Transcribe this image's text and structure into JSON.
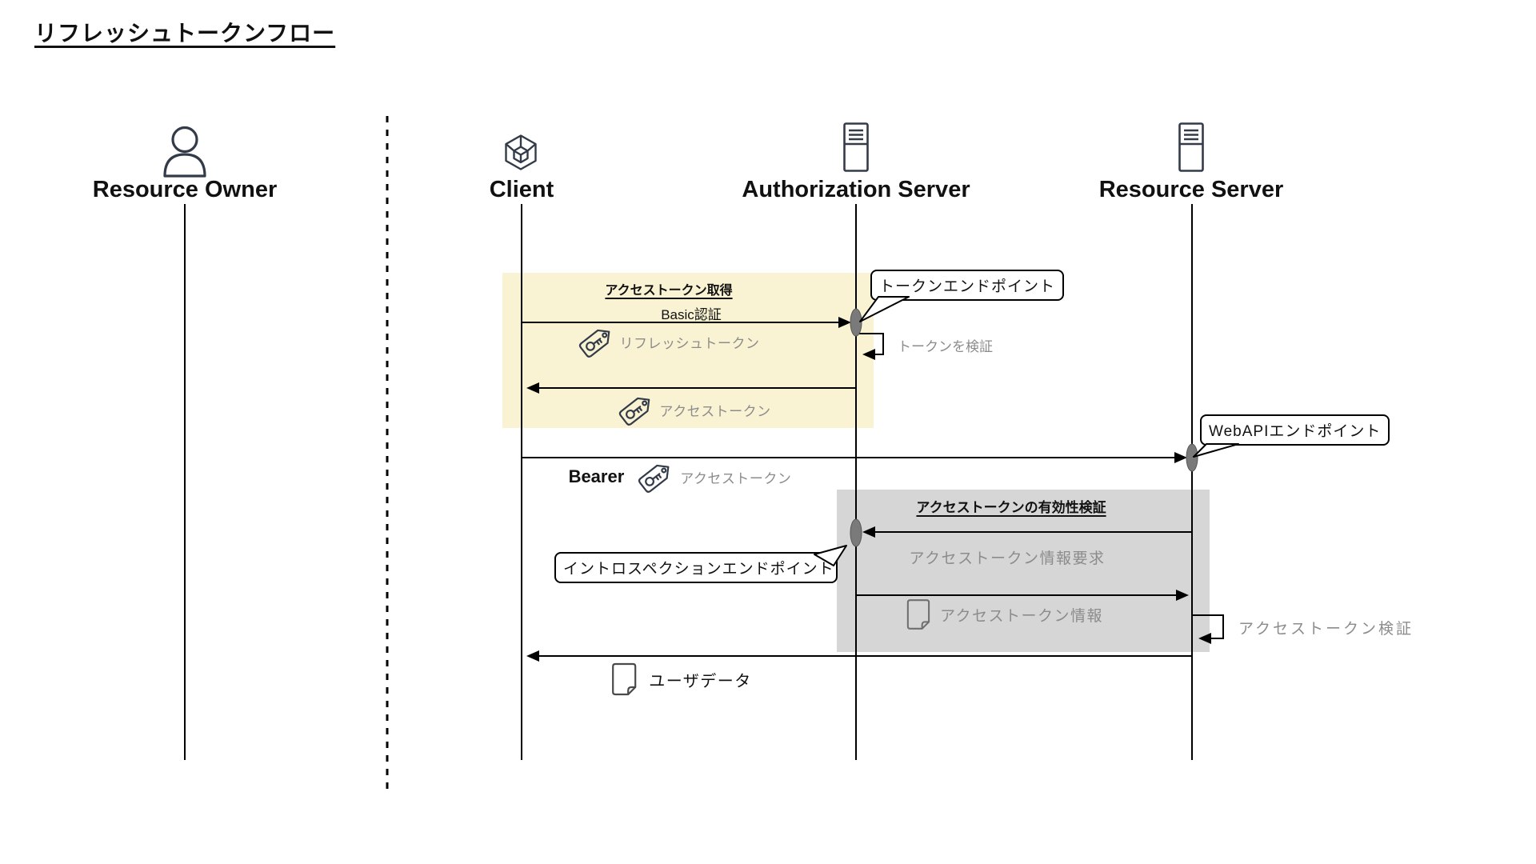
{
  "title": "リフレッシュトークンフロー",
  "actors": {
    "resource_owner": {
      "label": "Resource Owner",
      "icon": "person-icon"
    },
    "client": {
      "label": "Client",
      "icon": "cube-icon"
    },
    "auth_server": {
      "label": "Authorization Server",
      "icon": "server-icon"
    },
    "resource_server": {
      "label": "Resource Server",
      "icon": "server-icon"
    }
  },
  "groups": {
    "token_acquisition": {
      "title": "アクセストークン取得",
      "bg_color": "#faf3d3"
    },
    "token_validity": {
      "title": "アクセストークンの有効性検証",
      "bg_color": "#d6d6d6"
    }
  },
  "messages": {
    "basic_auth": "Basic認証",
    "refresh_token": "リフレッシュトークン",
    "access_token": "アクセストークン",
    "verify_token": "トークンを検証",
    "bearer_prefix": "Bearer",
    "bearer_access_token": "アクセストークン",
    "access_token_info_request": "アクセストークン情報要求",
    "access_token_info": "アクセストークン情報",
    "access_token_verify": "アクセストークン検証",
    "user_data": "ユーザデータ"
  },
  "callouts": {
    "token_endpoint": "トークンエンドポイント",
    "webapi_endpoint": "WebAPIエンドポイント",
    "introspection_endpoint": "イントロスペクションエンドポイント"
  },
  "colors": {
    "highlight_yellow": "#faf3d3",
    "highlight_gray": "#d6d6d6",
    "muted_text": "#8c8c8c",
    "icon_stroke": "#333b49",
    "line_black": "#000000",
    "activation_gray": "#7a7a7a"
  }
}
